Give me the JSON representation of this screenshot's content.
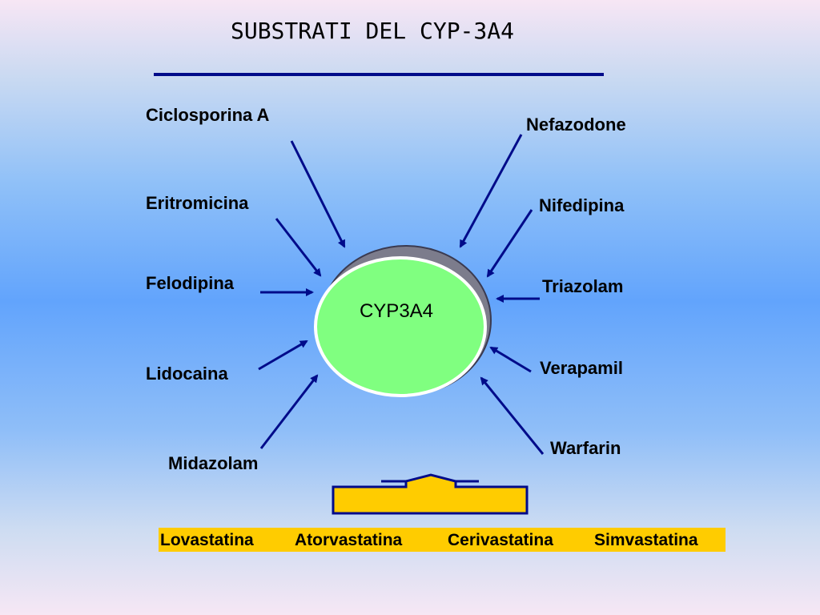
{
  "title": "SUBSTRATI DEL CYP-3A4",
  "enzyme": "CYP3A4",
  "substrates_left": [
    "Ciclosporina A",
    "Eritromicina",
    "Felodipina",
    "Lidocaina",
    "Midazolam"
  ],
  "substrates_right": [
    "Nefazodone",
    "Nifedipina",
    "Triazolam",
    "Verapamil",
    "Warfarin"
  ],
  "statins": [
    "Lovastatina",
    "Atorvastatina",
    "Cerivastatina",
    "Simvastatina"
  ],
  "colors": {
    "arrow": "#000b8a",
    "enzyme_fill": "#80ff80",
    "enzyme_shadow": "#7c7c8c",
    "statin_highlight": "#ffcc00"
  }
}
